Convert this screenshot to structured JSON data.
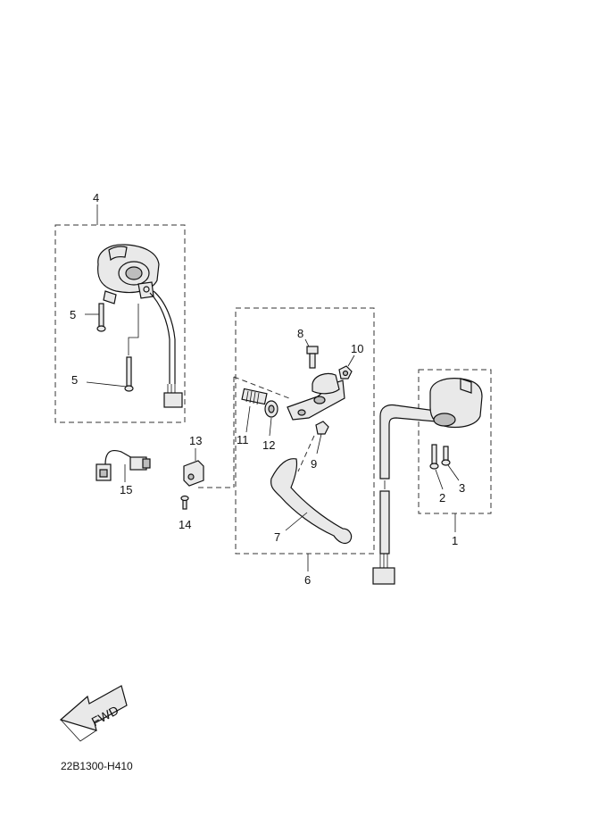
{
  "callouts": {
    "c1": "1",
    "c2": "2",
    "c3": "3",
    "c4": "4",
    "c5a": "5",
    "c5b": "5",
    "c6": "6",
    "c7": "7",
    "c8": "8",
    "c9": "9",
    "c10": "10",
    "c11": "11",
    "c12": "12",
    "c13": "13",
    "c14": "14",
    "c15": "15"
  },
  "fwd_arrow": {
    "label": "FWD"
  },
  "figure_code": "22B1300-H410"
}
